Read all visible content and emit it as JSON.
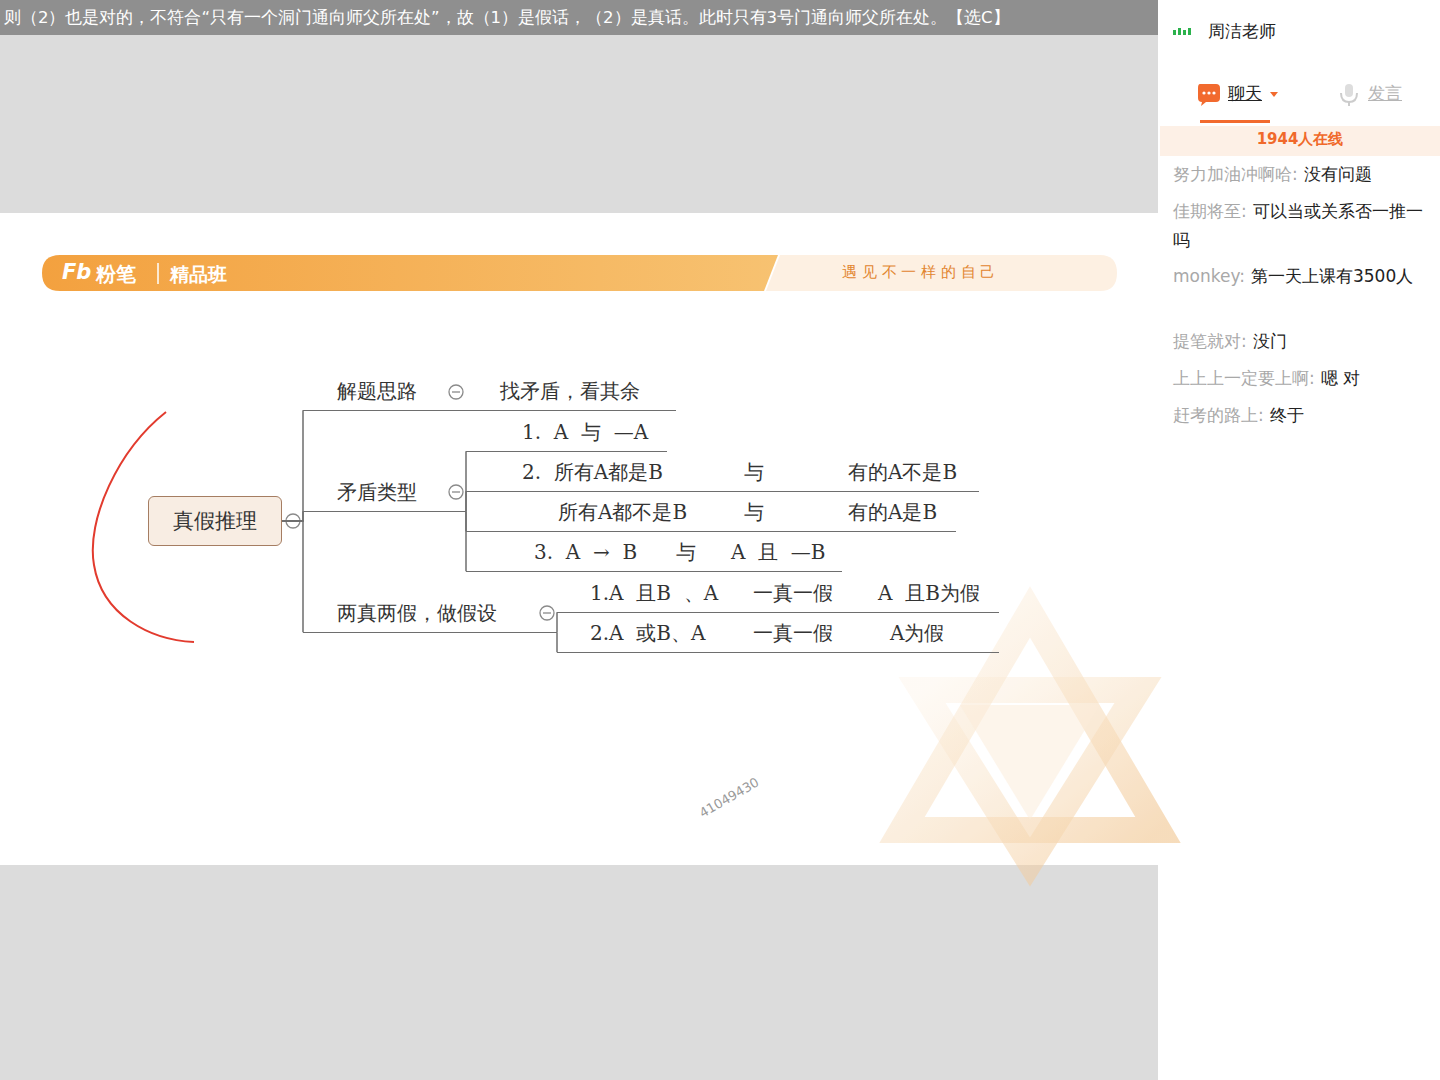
{
  "diagram": {
    "nodes": [
      {
        "text": [
          "真假推理"
        ]
      },
      {
        "text": [
          "解题思路"
        ]
      },
      {
        "text": [
          "找矛盾，看其余"
        ]
      },
      {
        "text": [
          "矛盾类型"
        ]
      },
      {
        "text": [
          "1.  A  与  —A"
        ]
      },
      {
        "text": [
          "2.  所有A都是B",
          "与",
          "有的A不是B"
        ]
      },
      {
        "text": [
          "所有A都不是B",
          "与",
          "有的A是B"
        ]
      },
      {
        "text": [
          "3.  A  →  B",
          "与",
          "A  且  —B"
        ]
      },
      {
        "text": [
          "两真两假，做假设"
        ]
      },
      {
        "text": [
          "1.A  且B  、A",
          "一真一假",
          "A  且B为假"
        ]
      },
      {
        "text": [
          "2.A  或B、A",
          "一真一假",
          "A为假"
        ]
      }
    ],
    "edges": [
      {
        "from": 0,
        "to": 1,
        "arrow": "none"
      },
      {
        "from": 1,
        "to": 2,
        "arrow": "none"
      },
      {
        "from": 0,
        "to": 3,
        "arrow": "none"
      },
      {
        "from": 3,
        "to": 4,
        "arrow": "none"
      },
      {
        "from": 3,
        "to": 5,
        "arrow": "none"
      },
      {
        "from": 3,
        "to": 6,
        "arrow": "none"
      },
      {
        "from": 3,
        "to": 7,
        "arrow": "none"
      },
      {
        "from": 0,
        "to": 8,
        "arrow": "none"
      },
      {
        "from": 8,
        "to": 9,
        "arrow": "none"
      },
      {
        "from": 8,
        "to": 10,
        "arrow": "none"
      }
    ],
    "labels": [
      "则（2）也是对的，不符合“只有一个洞门通向师父所在处”，故（1）是假话，（2）是真话。此时只有3号门通向师父所在处。【选C】",
      "Fb",
      "粉笔",
      "精品班",
      "遇 见 不 一 样 的 自 己",
      "41049430",
      "周洁老师",
      "聊天",
      "发言",
      "1944人在线",
      "努力加油冲啊哈:",
      "没有问题",
      "佳期将至:",
      "可以当或关系否一推一吗",
      "monkey:",
      "第一天上课有3500人",
      "提笔就对:",
      "没门",
      "上上上一定要上啊:",
      "嗯 对",
      "赶考的路上:",
      "终于"
    ]
  }
}
